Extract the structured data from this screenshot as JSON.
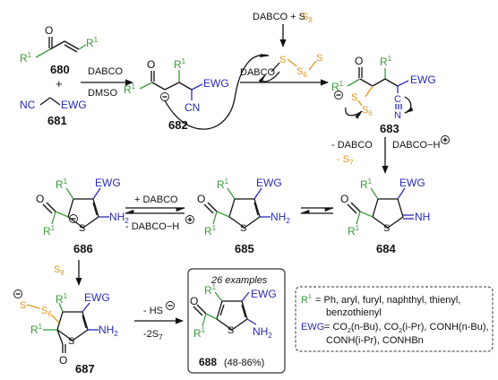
{
  "reagents": {
    "dabco_s8_top": "DABCO + S",
    "s8_sub": "8",
    "dabco": "DABCO",
    "dmso": "DMSO",
    "minus_dabco": "- DABCO",
    "s7": "- S",
    "s7_sub": "7",
    "dabco_h": "DABCO−H",
    "plus_dabco": "+ DABCO",
    "minus_dabco_h": "- DABCO−H",
    "s8": "S",
    "s8_sub2": "8",
    "minus_hs": "- HS",
    "minus_2s7": "-2S",
    "s7_sub2": "7"
  },
  "compounds": {
    "c680": "680",
    "c681": "681",
    "c682": "682",
    "c683": "683",
    "c684": "684",
    "c685": "685",
    "c686": "686",
    "c687": "687",
    "c688": "688",
    "c688_yield": "(48-86%)"
  },
  "labels": {
    "r1": "R",
    "r1_sup": "1",
    "ewg": "EWG",
    "nc": "NC",
    "cn": "CN",
    "nh2": "NH",
    "nh2_sub": "2",
    "nh": "NH",
    "s": "S",
    "o": "O",
    "n": "N",
    "c": "C",
    "plus": "+",
    "s6": "S",
    "s6_sub": "6"
  },
  "product_box": {
    "title": "26 examples"
  },
  "substituents": {
    "r1_line1": "= Ph, aryl, furyl, naphthyl, thienyl,",
    "r1_line2": "benzothienyl",
    "ewg_line1a": "= CO",
    "ewg_line1b": "(n-Bu), CO",
    "ewg_line1c": "(i-Pr), CONH(n-Bu),",
    "ewg_line2": "CONH(i-Pr), CONHBn"
  }
}
